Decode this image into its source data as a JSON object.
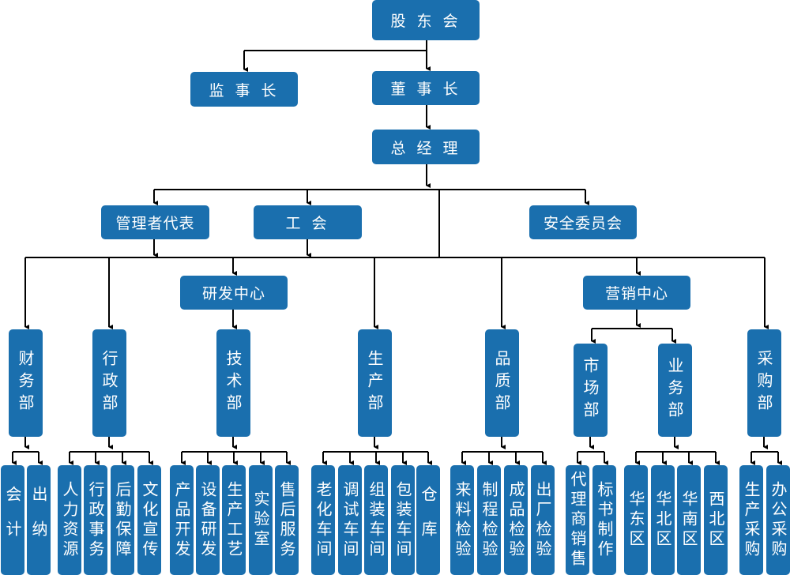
{
  "colors": {
    "box": "#1a6fae",
    "text": "#ffffff",
    "line": "#000000"
  },
  "top": {
    "shareholders": "股 东 会",
    "supervisor": "监 事 长",
    "chairman": "董 事 长",
    "gm": "总 经 理"
  },
  "staff": {
    "mgmt_rep": "管理者代表",
    "union": "工 会",
    "safety": "安全委员会"
  },
  "centers": {
    "rd": "研发中心",
    "marketing": "营销中心"
  },
  "departments": [
    {
      "id": "finance",
      "label": "财务部",
      "children": [
        "会计",
        "出纳"
      ]
    },
    {
      "id": "admin",
      "label": "行政部",
      "children": [
        "人力资源",
        "行政事务",
        "后勤保障",
        "文化宣传"
      ]
    },
    {
      "id": "tech",
      "label": "技术部",
      "children": [
        "产品开发",
        "设备研发",
        "生产工艺",
        "实验室",
        "售后服务"
      ]
    },
    {
      "id": "production",
      "label": "生产部",
      "children": [
        "老化车间",
        "调试车间",
        "组装车间",
        "包装车间",
        "仓库"
      ]
    },
    {
      "id": "quality",
      "label": "品质部",
      "children": [
        "来料检验",
        "制程检验",
        "成品检验",
        "出厂检验"
      ]
    },
    {
      "id": "market",
      "label": "市场部",
      "children": [
        "代理商销售",
        "标书制作"
      ]
    },
    {
      "id": "sales",
      "label": "业务部",
      "children": [
        "华东区",
        "华北区",
        "华南区",
        "西北区"
      ]
    },
    {
      "id": "purchase",
      "label": "采购部",
      "children": [
        "生产采购",
        "办公采购"
      ]
    }
  ]
}
